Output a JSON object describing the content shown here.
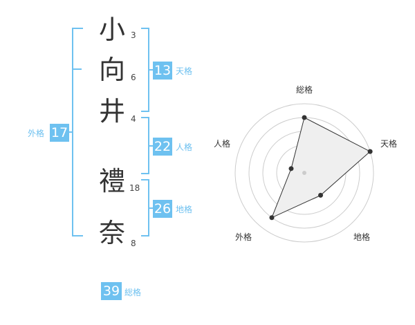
{
  "name": {
    "characters": [
      {
        "char": "小",
        "strokes": "3"
      },
      {
        "char": "向",
        "strokes": "6"
      },
      {
        "char": "井",
        "strokes": "4"
      },
      {
        "char": "禮",
        "strokes": "18"
      },
      {
        "char": "奈",
        "strokes": "8"
      }
    ]
  },
  "fortune": {
    "tenkaku": {
      "value": "13",
      "label": "天格"
    },
    "jinkaku": {
      "value": "22",
      "label": "人格"
    },
    "chikaku": {
      "value": "26",
      "label": "地格"
    },
    "gaikaku": {
      "value": "17",
      "label": "外格"
    },
    "soukaku": {
      "value": "39",
      "label": "総格"
    }
  },
  "colors": {
    "accent": "#6ec1f0",
    "text": "#333333",
    "radar_fill": "#efefef",
    "radar_grid": "#cccccc"
  },
  "chart_data": {
    "type": "radar",
    "axes": [
      "総格",
      "天格",
      "地格",
      "外格",
      "人格"
    ],
    "values": [
      4,
      5,
      2,
      4,
      1
    ],
    "max": 5,
    "rings": 4
  }
}
